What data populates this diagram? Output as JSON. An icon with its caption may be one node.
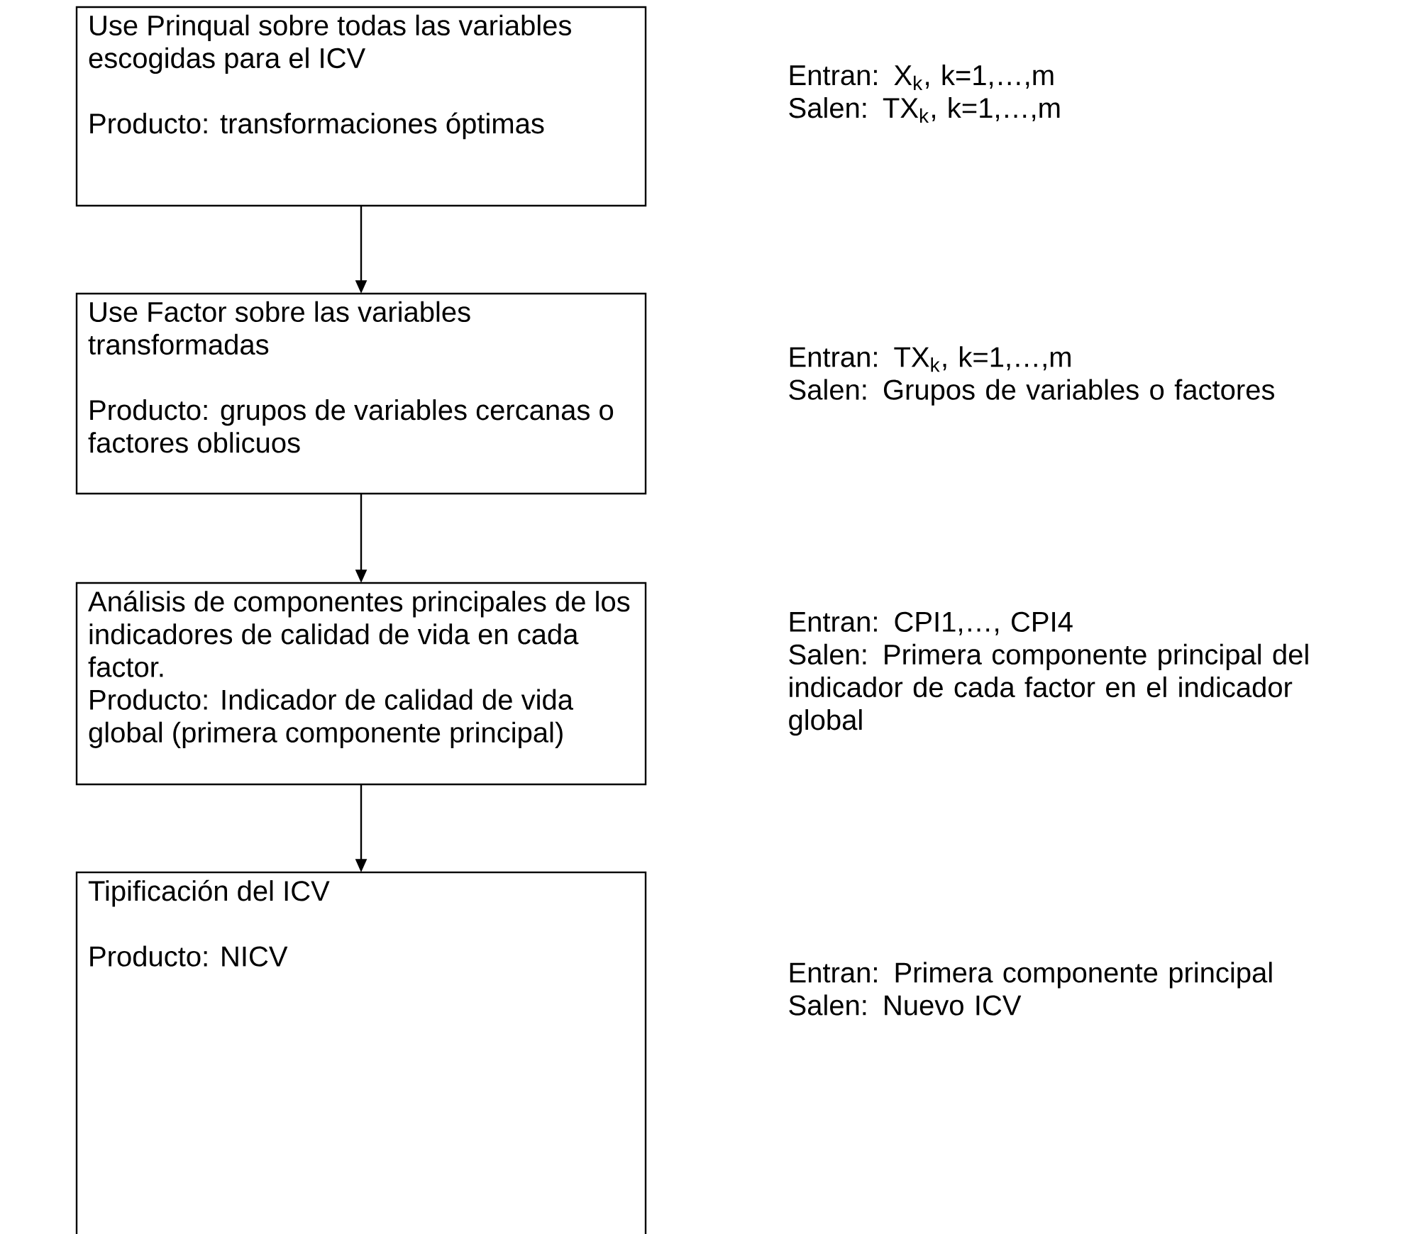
{
  "diagram": {
    "nodes": [
      {
        "text": [
          "Use Prinqual sobre todas las variables escogidas para el ICV",
          "Producto: transformaciones óptimas"
        ],
        "beside": [
          "Entran: X$_{k}$, k=1,…,m",
          "Salen: TX$_{k}$, k=1,…,m"
        ]
      },
      {
        "text": [
          "Use Factor sobre las variables transformadas",
          "Producto: grupos de variables cercanas o factores oblicuos"
        ],
        "beside": [
          "Entran: TX$_{k}$, k=1,…,m",
          "Salen: Grupos de variables o factores"
        ]
      },
      {
        "text": [
          "Análisis de componentes principales de los indicadores de calidad de vida en cada factor.",
          "Producto: Indicador de calidad de vida global (primera componente principal)"
        ],
        "beside": [
          "Entran: CPI1,…, CPI4",
          "Salen: Primera componente principal del indicador de cada factor en el indicador global"
        ]
      },
      {
        "text": [
          "Tipificación del ICV",
          "Producto: NICV"
        ],
        "beside": [
          "Entran: Primera componente principal",
          "Salen: Nuevo ICV"
        ]
      }
    ],
    "edges": [
      {
        "from": 0,
        "to": 1,
        "arrow": "to"
      },
      {
        "from": 1,
        "to": 2,
        "arrow": "to"
      },
      {
        "from": 2,
        "to": 3,
        "arrow": "to"
      }
    ]
  }
}
